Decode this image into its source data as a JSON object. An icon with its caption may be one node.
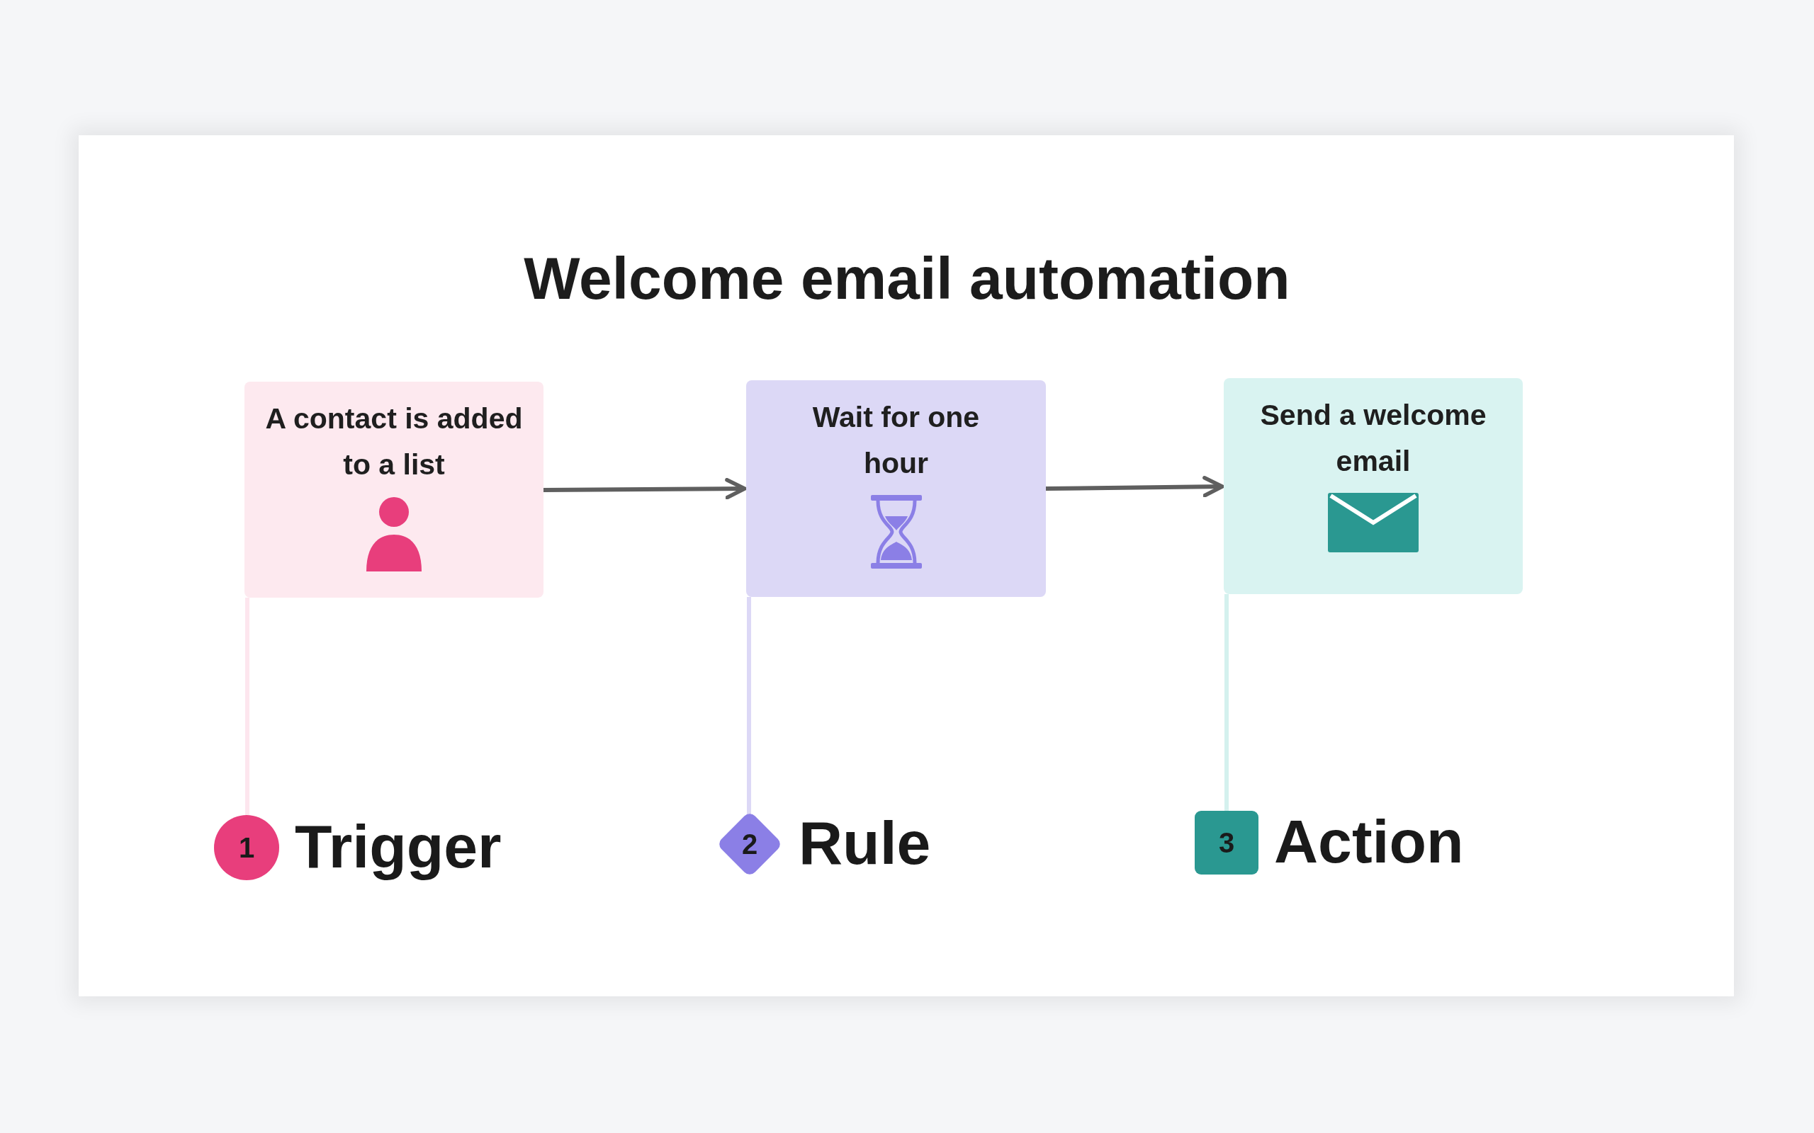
{
  "diagram": {
    "title": "Welcome email automation",
    "nodes": [
      {
        "text": [
          "A contact is added to a list"
        ]
      },
      {
        "text": [
          "Wait for one hour"
        ]
      },
      {
        "text": [
          "Send a welcome email"
        ]
      },
      {
        "text": [
          "1"
        ],
        "beside": [
          "Trigger"
        ]
      },
      {
        "text": [
          "2"
        ],
        "beside": [
          "Rule"
        ]
      },
      {
        "text": [
          "3"
        ],
        "beside": [
          "Action"
        ]
      }
    ],
    "edges": [
      {
        "from": 0,
        "to": 1,
        "arrow": "to"
      },
      {
        "from": 1,
        "to": 2,
        "arrow": "to"
      },
      {
        "from": 0,
        "to": 3,
        "arrow": "none",
        "color": "#fde6ee"
      },
      {
        "from": 1,
        "to": 4,
        "arrow": "none",
        "color": "#dcd8f6"
      },
      {
        "from": 2,
        "to": 5,
        "arrow": "none",
        "color": "#d4f1ee"
      }
    ]
  }
}
